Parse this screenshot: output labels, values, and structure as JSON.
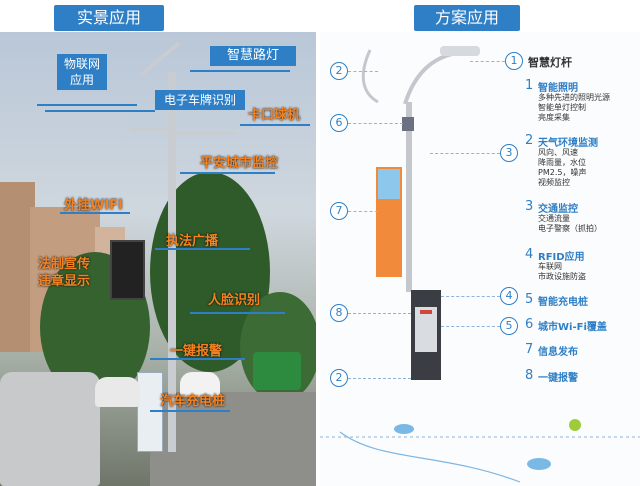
{
  "titles": {
    "left": "实景应用",
    "right": "方案应用"
  },
  "photo": {
    "blue_labels": {
      "iot": "物联网应用",
      "smart_light": "智慧路灯",
      "plate": "电子车牌识别"
    },
    "orange_labels": {
      "checkpoint": "卡口球机",
      "city_monitor": "平安城市监控",
      "wifi": "外挂WIFI",
      "law_broadcast": "执法广播",
      "law_display": "法制宣传\n违章显示",
      "face": "人脸识别",
      "alarm": "一键报警",
      "charging": "汽车充电桩"
    }
  },
  "diagram": {
    "header": "智慧灯杆",
    "header_circle": "1",
    "features": [
      {
        "num": "1",
        "title": "智能照明",
        "sub": [
          "多种先进的照明光源",
          "智能单灯控制",
          "亮度采集"
        ]
      },
      {
        "num": "2",
        "title": "天气环境监测",
        "sub": [
          "风向、风速",
          "降雨量，水位",
          "PM2.5，噪声",
          "视频监控"
        ]
      },
      {
        "num": "3",
        "title": "交通监控",
        "sub": [
          "交通流量",
          "电子警察（抓拍）"
        ]
      },
      {
        "num": "4",
        "title": "RFID应用",
        "sub": [
          "车联网",
          "市政设施防盗"
        ]
      },
      {
        "num": "5",
        "title": "智能充电桩",
        "sub": []
      },
      {
        "num": "6",
        "title": "城市Wi-Fi覆盖",
        "sub": []
      },
      {
        "num": "7",
        "title": "信息发布",
        "sub": []
      },
      {
        "num": "8",
        "title": "一键报警",
        "sub": []
      }
    ],
    "callouts": [
      "2",
      "6",
      "3",
      "7",
      "4",
      "8",
      "5",
      "2"
    ]
  }
}
